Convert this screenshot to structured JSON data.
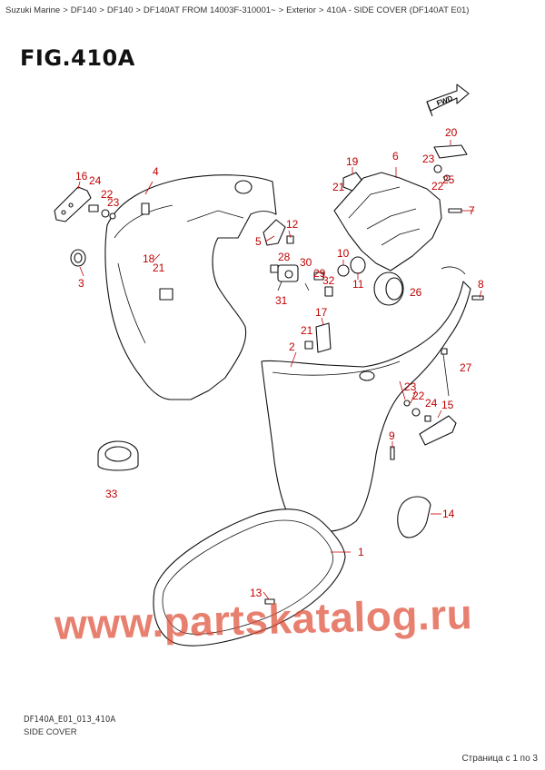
{
  "breadcrumb": {
    "items": [
      "Suzuki Marine",
      "DF140",
      "DF140",
      "DF140AT FROM 14003F-310001~",
      "Exterior",
      "410A - SIDE COVER (DF140AT E01)"
    ],
    "separator": ">"
  },
  "figure": {
    "title": "FIG.410A",
    "fwd_label": "FWD",
    "code": "DF140A_E01_013_410A",
    "caption": "SIDE COVER"
  },
  "callouts": [
    "1",
    "2",
    "3",
    "4",
    "5",
    "6",
    "7",
    "8",
    "9",
    "10",
    "11",
    "12",
    "13",
    "14",
    "15",
    "16",
    "17",
    "18",
    "19",
    "20",
    "21",
    "21",
    "21",
    "22",
    "22",
    "22",
    "23",
    "23",
    "23",
    "24",
    "24",
    "25",
    "26",
    "27",
    "28",
    "29",
    "30",
    "31",
    "32",
    "33"
  ],
  "watermark": "www.partskatalog.ru",
  "pager": {
    "text": "Страница с 1 по 3"
  },
  "colors": {
    "callout": "#c00000",
    "watermark": "#e0503a",
    "line": "#111111"
  }
}
